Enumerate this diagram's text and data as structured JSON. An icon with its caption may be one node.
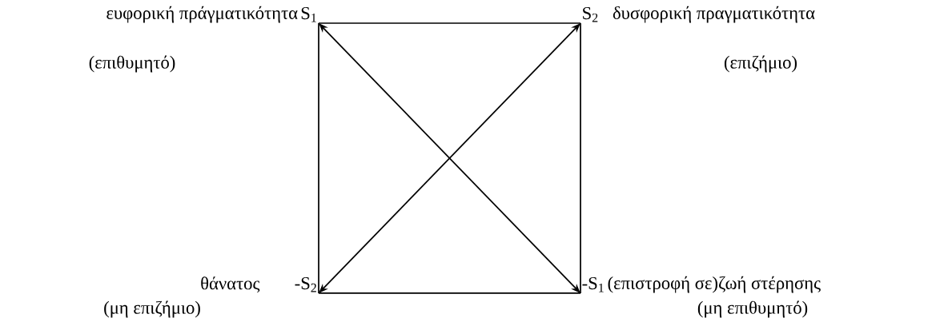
{
  "diagram": {
    "nodes": [
      {
        "text": [
          "S$_{1}$"
        ],
        "beside": [
          "ευφορική πράγματικότητα"
        ]
      },
      {
        "text": [
          "S$_{2}$"
        ],
        "beside": [
          "δυσφορική πραγματικότητα"
        ]
      },
      {
        "text": [
          "-S$_{2}$"
        ],
        "beside": [
          "θάνατος"
        ]
      },
      {
        "text": [
          "-S$_{1}$"
        ],
        "beside": [
          "(επιστροφή σε)ζωή στέρησης"
        ]
      }
    ],
    "edges": [
      {
        "from": 0,
        "to": 1,
        "arrow": "none"
      },
      {
        "from": 1,
        "to": 3,
        "arrow": "none"
      },
      {
        "from": 2,
        "to": 3,
        "arrow": "none"
      },
      {
        "from": 0,
        "to": 2,
        "arrow": "none"
      },
      {
        "from": 0,
        "to": 3,
        "arrow": "both"
      },
      {
        "from": 1,
        "to": 2,
        "arrow": "both"
      }
    ],
    "labels": [
      "(επιθυμητό)",
      "(επιζήμιο)",
      "(μη επιζήμιο)",
      "(μη επιθυμητό)"
    ]
  }
}
